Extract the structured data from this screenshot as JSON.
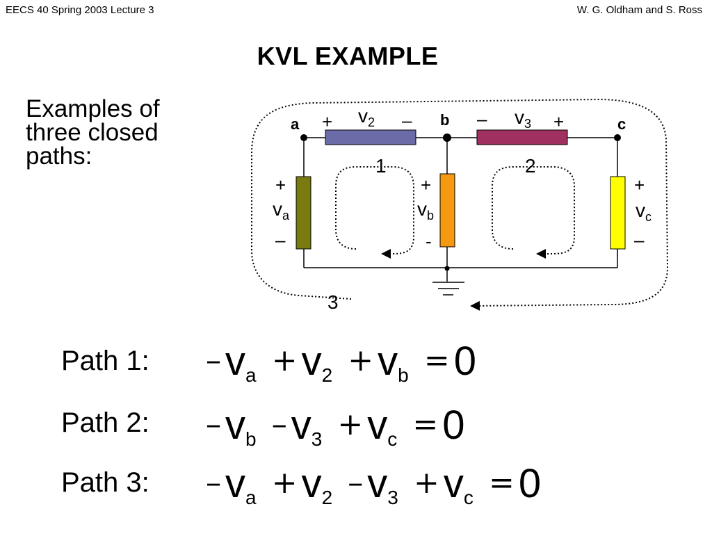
{
  "header": {
    "left": "EECS 40  Spring 2003  Lecture 3",
    "right": "W. G. Oldham and S. Ross"
  },
  "title": "KVL EXAMPLE",
  "intro": "Examples of three closed paths:",
  "circuit": {
    "nodes": [
      "a",
      "b",
      "c"
    ],
    "path_numbers": [
      "1",
      "2",
      "3"
    ],
    "resistor_colors": {
      "r2": "#6b6ba8",
      "r3": "#a0305f",
      "ra": "#7a7a10",
      "rb": "#f59a10",
      "rc": "#ffff00"
    },
    "labels": {
      "v2": {
        "main": "v",
        "sub": "2",
        "left_sign": "+",
        "right_sign": "–"
      },
      "v3": {
        "main": "v",
        "sub": "3",
        "left_sign": "–",
        "right_sign": "+"
      },
      "va": {
        "main": "v",
        "sub": "a",
        "top_sign": "+",
        "bottom_sign": "–"
      },
      "vb": {
        "main": "v",
        "sub": "b",
        "top_sign": "+",
        "bottom_sign": "-"
      },
      "vc": {
        "main": "v",
        "sub": "c",
        "top_sign": "+",
        "bottom_sign": "–"
      }
    }
  },
  "paths": [
    {
      "label": "Path 1:",
      "terms": [
        {
          "op": "–",
          "v": "v",
          "sub": "a"
        },
        {
          "op": "+",
          "v": "v",
          "sub": "2"
        },
        {
          "op": "+",
          "v": "v",
          "sub": "b"
        }
      ],
      "equals": "=",
      "rhs": "0"
    },
    {
      "label": "Path 2:",
      "terms": [
        {
          "op": "–",
          "v": "v",
          "sub": "b"
        },
        {
          "op": "–",
          "v": "v",
          "sub": "3"
        },
        {
          "op": "+",
          "v": "v",
          "sub": "c"
        }
      ],
      "equals": "=",
      "rhs": "0"
    },
    {
      "label": "Path 3:",
      "terms": [
        {
          "op": "–",
          "v": "v",
          "sub": "a"
        },
        {
          "op": "+",
          "v": "v",
          "sub": "2"
        },
        {
          "op": "–",
          "v": "v",
          "sub": "3"
        },
        {
          "op": "+",
          "v": "v",
          "sub": "c"
        }
      ],
      "equals": "=",
      "rhs": "0"
    }
  ]
}
